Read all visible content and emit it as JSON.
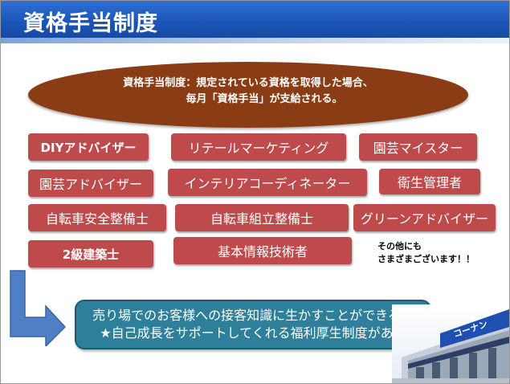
{
  "title": "資格手当制度",
  "summary": {
    "line1": "資格手当制度：規定されている資格を取得した場合、",
    "line2": "毎月「資格手当」が支給される。"
  },
  "qualifications": [
    "DIYアドバイザー",
    "リテールマーケティング",
    "園芸マイスター",
    "園芸アドバイザー",
    "インテリアコーディネーター",
    "衛生管理者",
    "自転車安全整備士",
    "自転車組立整備士",
    "グリーンアドバイザー",
    "2級建築士",
    "基本情報技術者"
  ],
  "others": {
    "line1": "その他にも",
    "line2": "さまざまございます！！"
  },
  "benefits": {
    "line1": "売り場でのお客様への接客知識に生かすことができる。",
    "line2": "★自己成長をサポートしてくれる福利厚生制度がある"
  },
  "store_sign": "コーナン",
  "colors": {
    "title_bar": "#1d56b8",
    "oval": "#8a3d14",
    "qualification_box": "#bf4a4c",
    "benefit_box": "#2e7f99",
    "arrow": "#4f7fc4"
  },
  "icons": {
    "arrow": "bent-arrow-right-icon"
  }
}
